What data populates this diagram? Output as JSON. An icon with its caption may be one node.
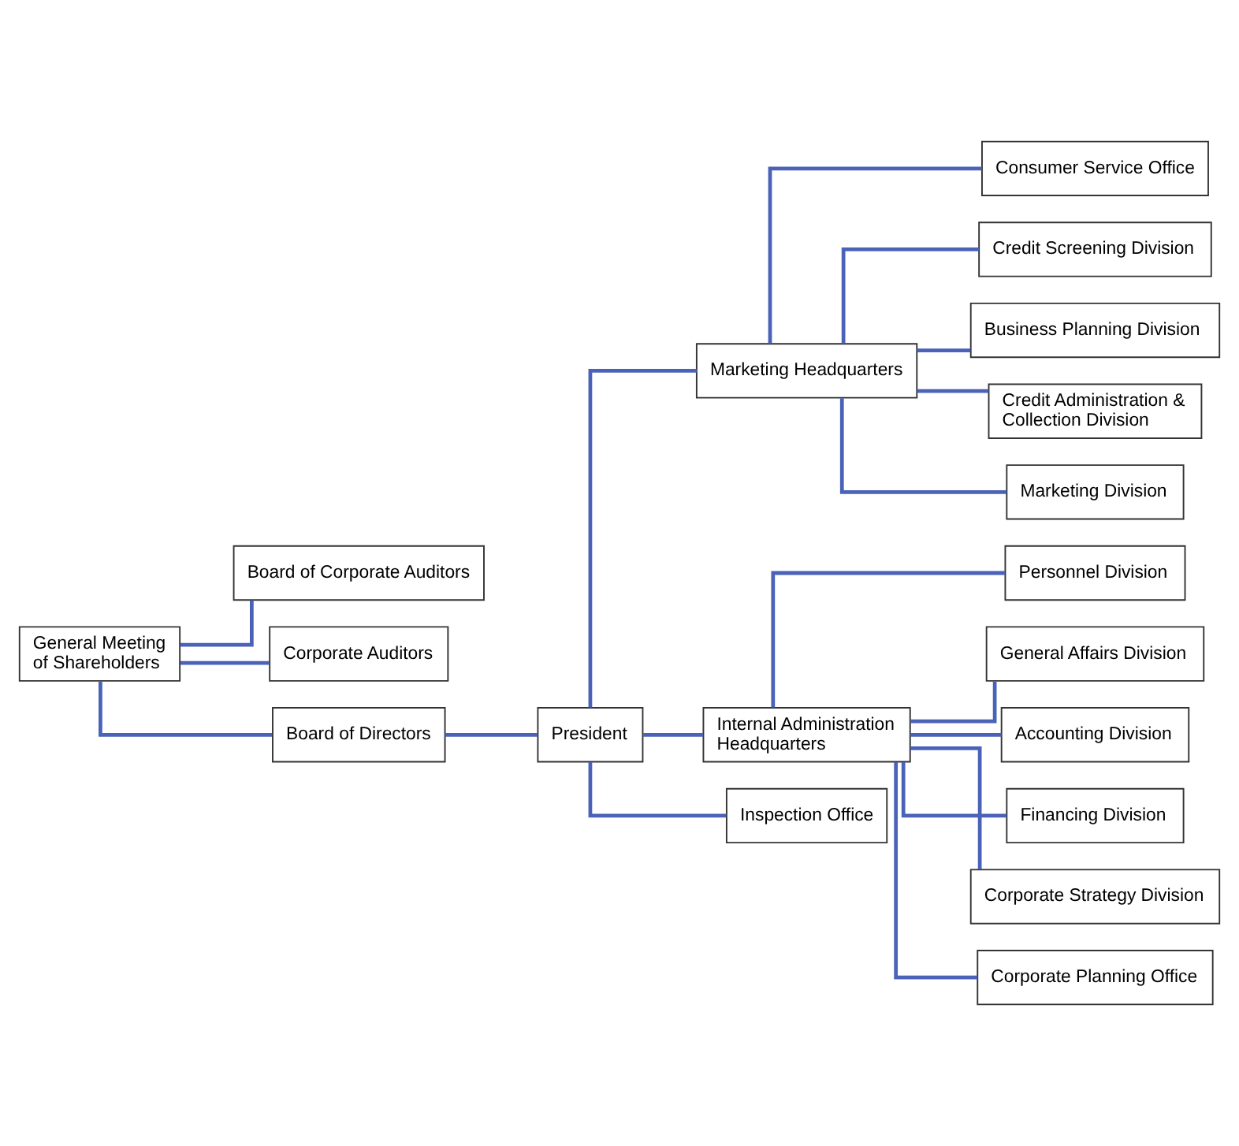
{
  "diagram": {
    "nodes": [
      {
        "text": [
          "General Meeting of Shareholders"
        ]
      },
      {
        "text": [
          "Board of Corporate Auditors"
        ]
      },
      {
        "text": [
          "Corporate Auditors"
        ]
      },
      {
        "text": [
          "Board of Directors"
        ]
      },
      {
        "text": [
          "President"
        ]
      },
      {
        "text": [
          "Marketing Headquarters"
        ]
      },
      {
        "text": [
          "Consumer Service Office"
        ]
      },
      {
        "text": [
          "Credit Screening Division"
        ]
      },
      {
        "text": [
          "Business Planning Division"
        ]
      },
      {
        "text": [
          "Credit Administration & Collection Division"
        ]
      },
      {
        "text": [
          "Marketing Division"
        ]
      },
      {
        "text": [
          "Internal Administration Headquarters"
        ]
      },
      {
        "text": [
          "Personnel Division"
        ]
      },
      {
        "text": [
          "General Affairs Division"
        ]
      },
      {
        "text": [
          "Accounting Division"
        ]
      },
      {
        "text": [
          "Financing Division"
        ]
      },
      {
        "text": [
          "Corporate Strategy Division"
        ]
      },
      {
        "text": [
          "Corporate Planning Office"
        ]
      },
      {
        "text": [
          "Inspection Office"
        ]
      }
    ],
    "edges": [
      {
        "from": 0,
        "to": 1,
        "arrow": "none"
      },
      {
        "from": 0,
        "to": 2,
        "arrow": "none"
      },
      {
        "from": 0,
        "to": 3,
        "arrow": "none"
      },
      {
        "from": 3,
        "to": 4,
        "arrow": "none"
      },
      {
        "from": 4,
        "to": 5,
        "arrow": "none"
      },
      {
        "from": 4,
        "to": 11,
        "arrow": "none"
      },
      {
        "from": 4,
        "to": 18,
        "arrow": "none"
      },
      {
        "from": 5,
        "to": 6,
        "arrow": "none"
      },
      {
        "from": 5,
        "to": 7,
        "arrow": "none"
      },
      {
        "from": 5,
        "to": 8,
        "arrow": "none"
      },
      {
        "from": 5,
        "to": 9,
        "arrow": "none"
      },
      {
        "from": 5,
        "to": 10,
        "arrow": "none"
      },
      {
        "from": 11,
        "to": 12,
        "arrow": "none"
      },
      {
        "from": 11,
        "to": 13,
        "arrow": "none"
      },
      {
        "from": 11,
        "to": 14,
        "arrow": "none"
      },
      {
        "from": 11,
        "to": 15,
        "arrow": "none"
      },
      {
        "from": 11,
        "to": 16,
        "arrow": "none"
      },
      {
        "from": 11,
        "to": 17,
        "arrow": "none"
      }
    ]
  }
}
